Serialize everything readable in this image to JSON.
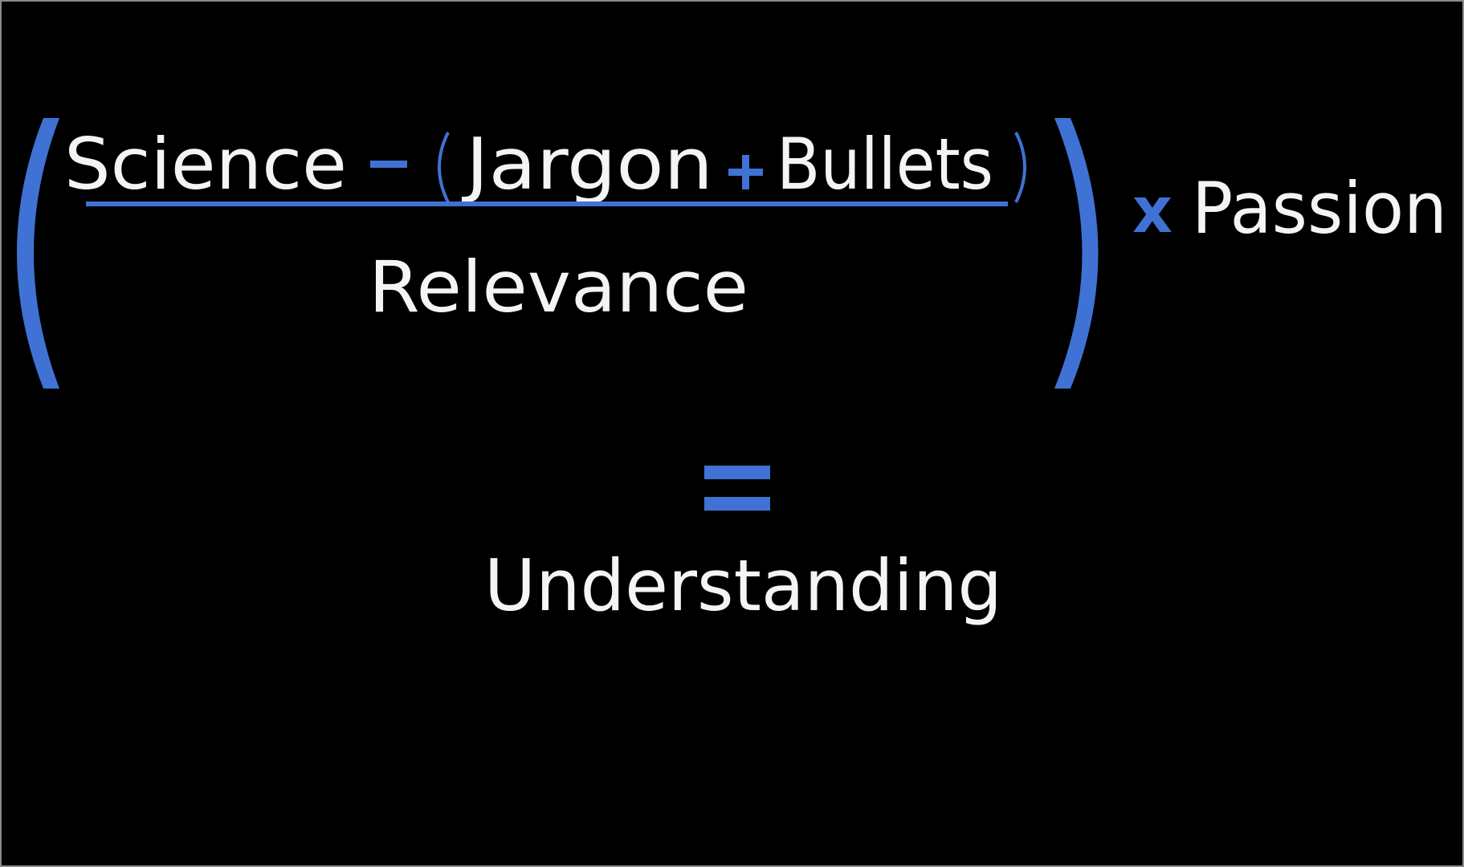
{
  "formula": {
    "numerator": {
      "term1": "Science",
      "minus": "−",
      "open_paren": "(",
      "term2": "Jargon",
      "plus": "+",
      "term3": "Bullets",
      "close_paren": ")"
    },
    "denominator": "Relevance",
    "times": "x",
    "multiplier": "Passion",
    "equals": "=",
    "result": "Understanding"
  },
  "colors": {
    "background": "#000000",
    "text": "#f4f4f4",
    "accent": "#3f72d4"
  }
}
